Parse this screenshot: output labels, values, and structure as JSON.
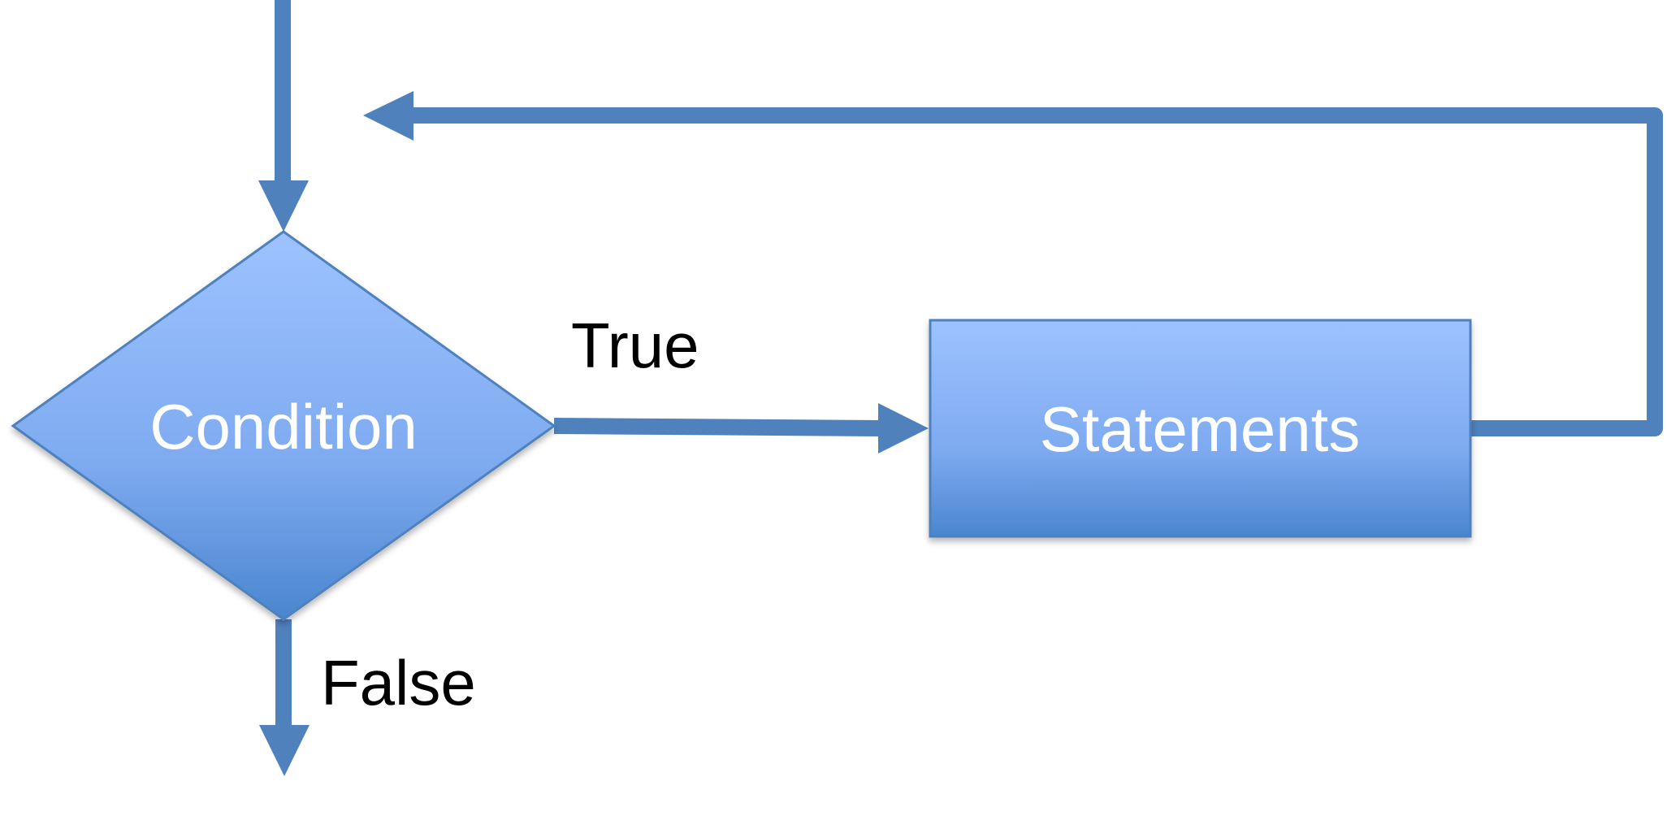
{
  "nodes": {
    "condition": {
      "label": "Condition"
    },
    "statements": {
      "label": "Statements"
    }
  },
  "edges": {
    "true_label": "True",
    "false_label": "False"
  },
  "colors": {
    "arrow": "#4f81bd",
    "shape_top": "#9dc3ff",
    "shape_bottom": "#4a86cf",
    "shape_border": "#4f81bd",
    "label_text": "#ffffff",
    "edge_text": "#000000"
  }
}
